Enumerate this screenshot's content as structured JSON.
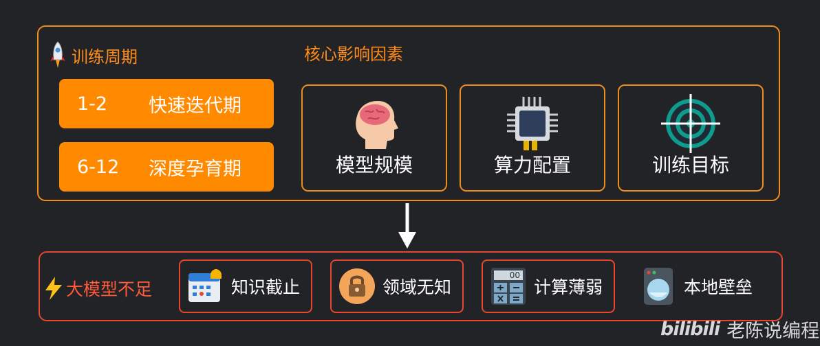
{
  "training_period": {
    "title": "训练周期",
    "items": [
      {
        "range": "1-2",
        "label": "快速迭代期"
      },
      {
        "range": "6-12",
        "label": "深度孕育期"
      }
    ]
  },
  "core_factors": {
    "title": "核心影响因素",
    "items": [
      {
        "label": "模型规模",
        "icon": "brain-head-icon"
      },
      {
        "label": "算力配置",
        "icon": "chip-icon"
      },
      {
        "label": "训练目标",
        "icon": "target-icon"
      }
    ]
  },
  "shortcomings": {
    "title": "大模型不足",
    "items": [
      {
        "label": "知识截止",
        "icon": "calendar-icon"
      },
      {
        "label": "领域无知",
        "icon": "lock-icon"
      },
      {
        "label": "计算薄弱",
        "icon": "calculator-icon",
        "display": "00"
      },
      {
        "label": "本地壁垒",
        "icon": "storage-device-icon"
      }
    ]
  },
  "watermark": {
    "logo": "bilibili",
    "text": "老陈说编程"
  },
  "colors": {
    "accent": "#ff8a00",
    "alert": "#e8462e",
    "background": "#222326"
  }
}
